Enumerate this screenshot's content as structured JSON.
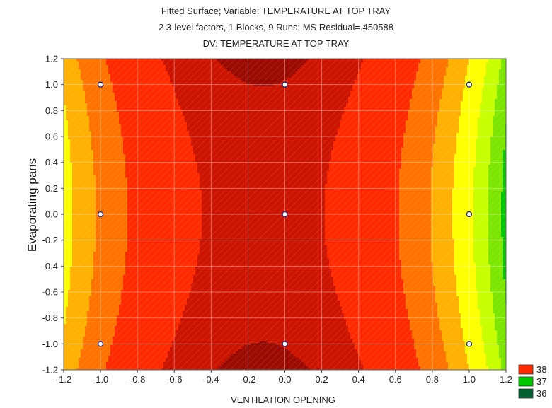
{
  "chart_data": {
    "type": "heatmap",
    "title": "Fitted Surface; Variable: TEMPERATURE AT TOP TRAY",
    "subtitle": "2 3-level factors, 1 Blocks, 9 Runs; MS Residual=.450588",
    "subtitle2": "DV: TEMPERATURE AT TOP TRAY",
    "xlabel": "VENTILATION OPENING",
    "ylabel": "Evaporating pans",
    "xlim": [
      -1.2,
      1.2
    ],
    "ylim": [
      -1.2,
      1.2
    ],
    "xticks": [
      "-1.2",
      "-1.0",
      "-0.8",
      "-0.6",
      "-0.4",
      "-0.2",
      "0.0",
      "0.2",
      "0.4",
      "0.6",
      "0.8",
      "1.0",
      "1.2"
    ],
    "yticks": [
      "1.2",
      "1.0",
      "0.8",
      "0.6",
      "0.4",
      "0.2",
      "0.0",
      "-0.2",
      "-0.4",
      "-0.6",
      "-0.8",
      "-1.0",
      "-1.2"
    ],
    "points": [
      {
        "x": -1.0,
        "y": 1.0
      },
      {
        "x": 0.0,
        "y": 1.0
      },
      {
        "x": 1.0,
        "y": 1.0
      },
      {
        "x": -1.0,
        "y": 0.0
      },
      {
        "x": 0.0,
        "y": 0.0
      },
      {
        "x": 1.0,
        "y": 0.0
      },
      {
        "x": -1.0,
        "y": -1.0
      },
      {
        "x": 0.0,
        "y": -1.0
      },
      {
        "x": 1.0,
        "y": -1.0
      }
    ],
    "legend": [
      {
        "label": "38",
        "color": "#ff2a00"
      },
      {
        "label": "37",
        "color": "#00c800"
      },
      {
        "label": "36",
        "color": "#006030"
      }
    ],
    "grid": true,
    "legend_position": "bottom-right"
  }
}
